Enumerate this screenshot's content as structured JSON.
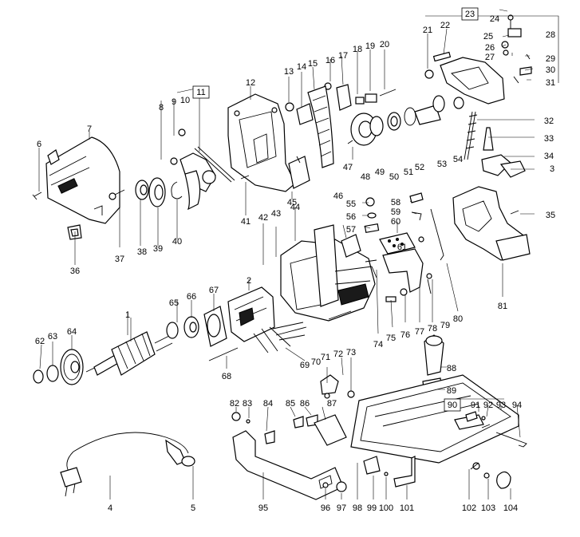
{
  "diagram": {
    "callouts": [
      "1",
      "2",
      "3",
      "4",
      "5",
      "6",
      "7",
      "8",
      "9",
      "10",
      "11",
      "12",
      "13",
      "14",
      "15",
      "16",
      "17",
      "18",
      "19",
      "20",
      "21",
      "22",
      "23",
      "24",
      "25",
      "26",
      "27",
      "28",
      "29",
      "30",
      "31",
      "32",
      "33",
      "34",
      "35",
      "36",
      "37",
      "38",
      "39",
      "40",
      "41",
      "42",
      "43",
      "44",
      "45",
      "46",
      "47",
      "48",
      "49",
      "50",
      "51",
      "52",
      "53",
      "54",
      "55",
      "56",
      "57",
      "58",
      "59",
      "60",
      "61",
      "62",
      "63",
      "64",
      "65",
      "66",
      "67",
      "68",
      "69",
      "70",
      "71",
      "72",
      "73",
      "74",
      "75",
      "76",
      "77",
      "78",
      "79",
      "80",
      "81",
      "82",
      "83",
      "84",
      "85",
      "86",
      "87",
      "88",
      "89",
      "90",
      "91",
      "92",
      "93",
      "94",
      "95",
      "96",
      "97",
      "98",
      "99",
      "100",
      "101",
      "102",
      "103",
      "104"
    ],
    "boxed_callouts": [
      "11",
      "23",
      "90"
    ]
  }
}
